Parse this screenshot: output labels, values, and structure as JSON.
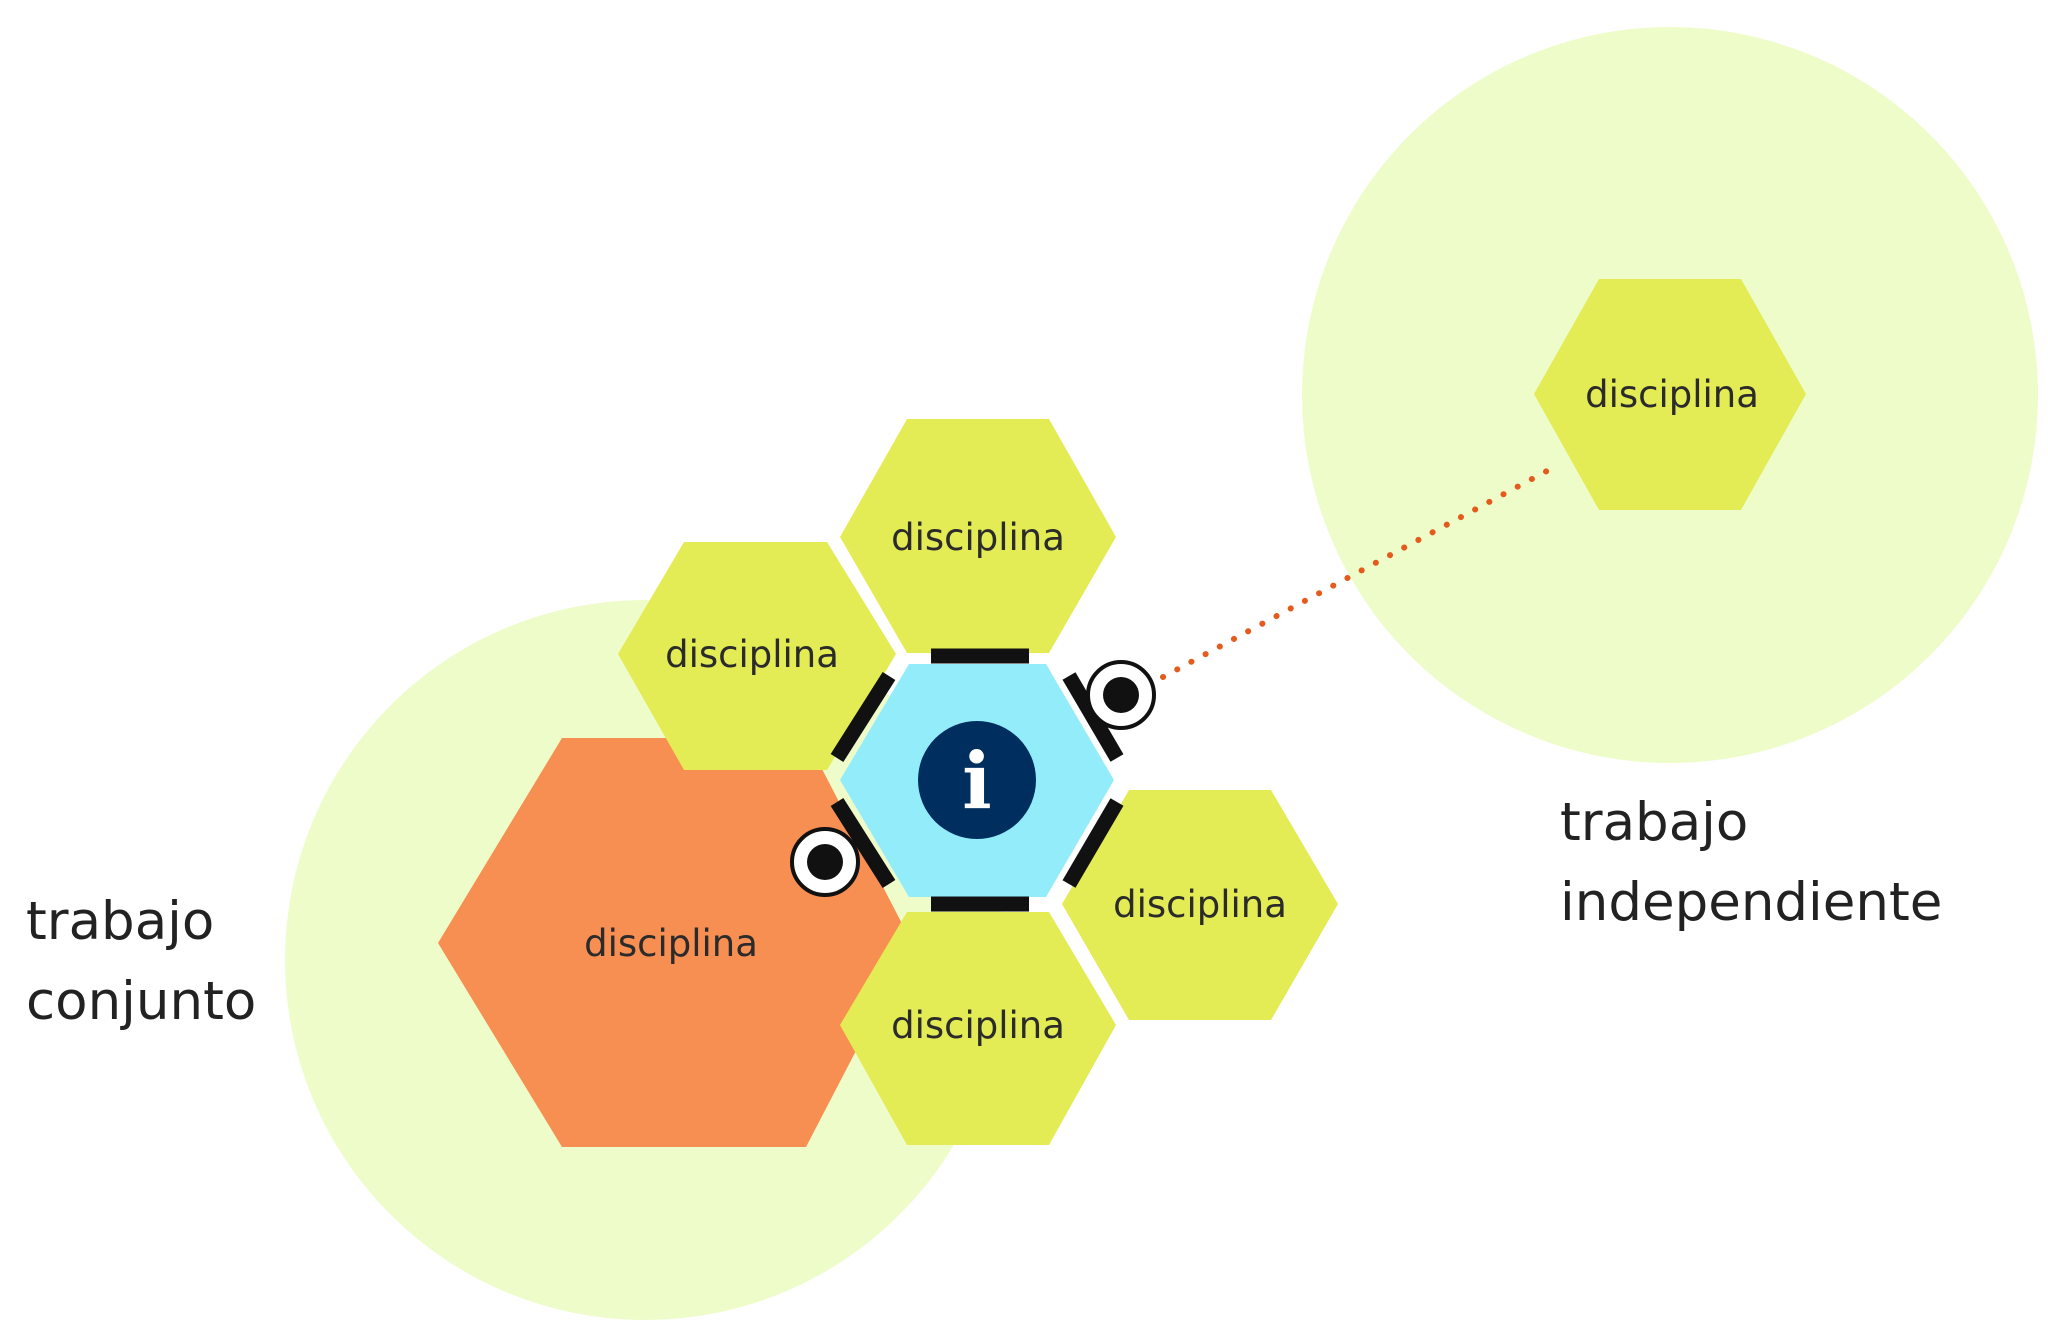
{
  "colors": {
    "halo": "#eefcca",
    "discipline_hex": "#e3eb55",
    "highlight_hex": "#f78e52",
    "center_hex": "#93ecfa",
    "info_circle": "#002f5f",
    "connector": "#e35b1d",
    "bar": "#111111"
  },
  "icons": {
    "center": "info-icon",
    "connectors": "node-dot-icon"
  },
  "center_node": {
    "glyph": "i"
  },
  "disciplines": [
    {
      "label": "disciplina"
    },
    {
      "label": "disciplina"
    },
    {
      "label": "disciplina"
    },
    {
      "label": "disciplina"
    },
    {
      "label": "disciplina"
    },
    {
      "label": "disciplina"
    }
  ],
  "groups": {
    "joint": {
      "line1": "trabajo",
      "line2": "conjunto"
    },
    "independent": {
      "line1": "trabajo",
      "line2": "independiente"
    }
  }
}
